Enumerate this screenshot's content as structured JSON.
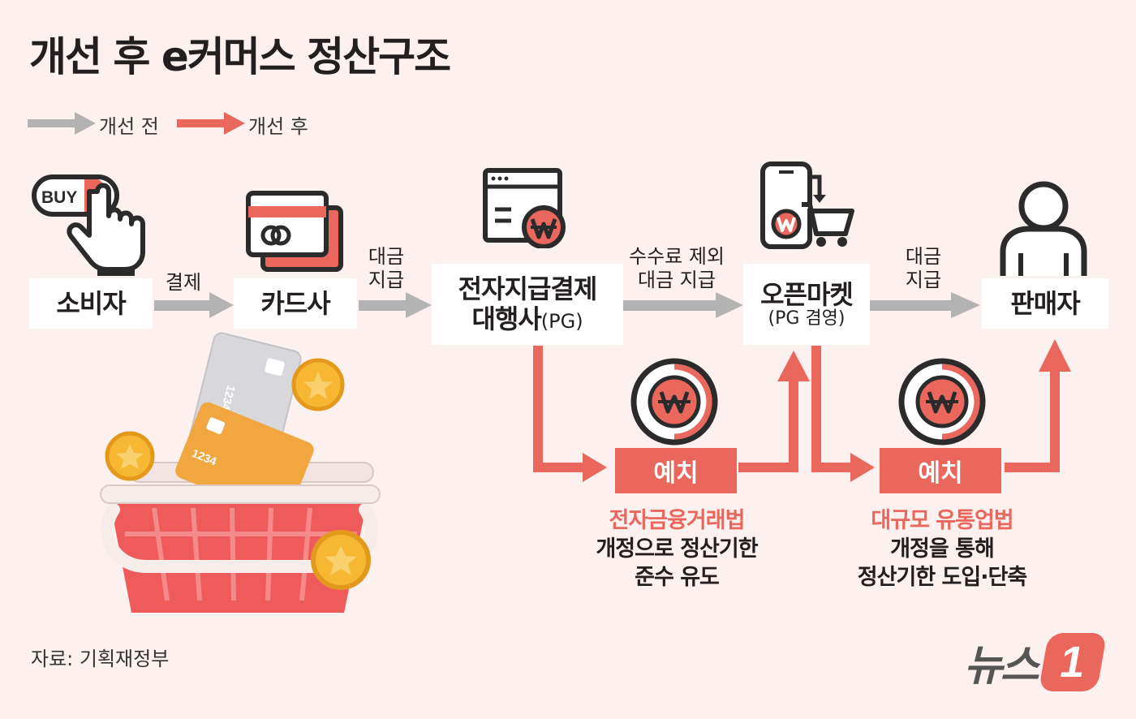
{
  "title": "개선 후 e커머스 정산구조",
  "legend": {
    "before": "개선 전",
    "after": "개선 후"
  },
  "colors": {
    "before": "#b3b3b3",
    "after": "#e9675d",
    "background": "#fdf1f0",
    "text": "#231f20"
  },
  "nodes": {
    "consumer": "소비자",
    "card": "카드사",
    "pg_line1": "전자지급결제",
    "pg_line2": "대행사",
    "pg_suffix": "(PG)",
    "market": "오픈마켓",
    "market_sub": "(PG 겸영)",
    "seller": "판매자"
  },
  "flows": {
    "pay": "결제",
    "pay_out1_l1": "대금",
    "pay_out1_l2": "지급",
    "fee_l1": "수수료 제외",
    "fee_l2": "대금 지급",
    "pay_out2_l1": "대금",
    "pay_out2_l2": "지급"
  },
  "deposits": {
    "left": "예치",
    "right": "예치"
  },
  "notes": {
    "left_law": "전자금융거래법",
    "left_l1": "개정으로 정산기한",
    "left_l2": "준수 유도",
    "right_law": "대규모 유통업법",
    "right_l1": "개정을 통해",
    "right_l2": "정산기한 도입·단축"
  },
  "icons": {
    "consumer": "buy-button-hand-icon",
    "card": "credit-card-icon",
    "pg": "browser-won-icon",
    "market": "phone-cart-icon",
    "seller": "person-icon",
    "deposit": "won-coin-icon",
    "illustration": "shopping-basket-cards-coins-icon"
  },
  "icon_text": {
    "buy": "BUY",
    "card_number": "1234"
  },
  "source": "자료: 기획재정부",
  "logo": {
    "text": "뉴스",
    "mark": "1"
  }
}
